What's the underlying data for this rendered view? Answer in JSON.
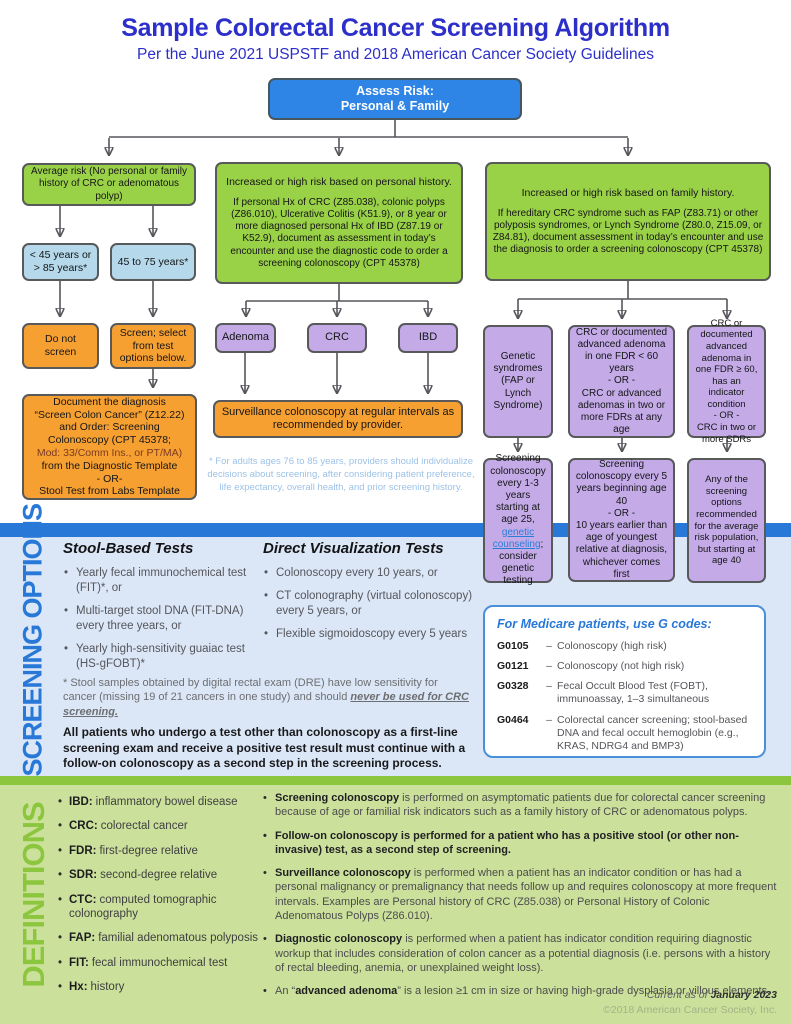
{
  "colors": {
    "title_blue": "#2c2fc9",
    "root_box_blue": "#2e85e5",
    "risk_green": "#9ad247",
    "age_light_blue": "#b5d9ea",
    "action_orange": "#f6a031",
    "condition_purple": "#c4abe8",
    "accent_blue": "#2878d8",
    "accent_green": "#8cc63e",
    "screening_bg": "#dbe7f7",
    "definitions_bg": "#cbe19b",
    "link_blue": "#2b7cd8",
    "footnote_blue": "#9cc2e8"
  },
  "header": {
    "title": "Sample Colorectal Cancer Screening Algorithm",
    "subtitle": "Per the June 2021 USPSTF and 2018 American Cancer Society Guidelines"
  },
  "flowchart": {
    "root": {
      "line1": "Assess Risk:",
      "line2": "Personal & Family"
    },
    "average": {
      "risk": "Average risk (No personal or family history of CRC or adenomatous polyp)",
      "age_out": "< 45 years or > 85 years*",
      "age_in": "45 to 75 years*",
      "do_not_screen": "Do not screen",
      "screen": "Screen; select from test options below.",
      "document": {
        "l1": "Document the diagnosis",
        "l2": "“Screen Colon Cancer” (Z12.22)",
        "l3": "and Order: Screening",
        "l4": "Colonoscopy (CPT 45378;",
        "l5": "Mod: 33/Comm Ins., or PT/MA)",
        "l6": "from the Diagnostic Template",
        "l7": "- OR-",
        "l8": "Stool Test from Labs Template"
      }
    },
    "personal": {
      "heading": "Increased or high risk based on personal history.",
      "body": "If personal Hx of CRC (Z85.038), colonic polyps (Z86.010), Ulcerative Colitis (K51.9), or 8 year or more diagnosed personal Hx of IBD (Z87.19 or K52.9), document as assessment in today’s encounter and use the diagnostic code to order a screening colonoscopy (CPT 45378)",
      "cond1": "Adenoma",
      "cond2": "CRC",
      "cond3": "IBD",
      "outcome": "Surveillance colonoscopy at regular intervals as recommended by provider.",
      "footnote": "* For adults ages 76 to 85 years, providers should individualize decisions about screening, after considering patient preference, life expectancy, overall health, and prior screening history."
    },
    "family": {
      "heading": "Increased or high risk based on family history.",
      "body": "If hereditary CRC syndrome such as FAP (Z83.71) or other polyposis syndromes, or Lynch Syndrome (Z80.0, Z15.09, or Z84.81), document assessment in today’s encounter and use the diagnosis to order a screening colonoscopy (CPT 45378)",
      "cond_genetic": "Genetic syndromes (FAP or Lynch Syndrome)",
      "cond_fdr_lt60": {
        "p1": "CRC or documented advanced adenoma in one FDR < 60 years",
        "or": "- OR -",
        "p2": "CRC or advanced adenomas in two or more FDRs at any age"
      },
      "cond_fdr_ge60": {
        "p1": "CRC or documented advanced adenoma in one FDR ≥ 60, has an indicator condition",
        "or": "- OR -",
        "p2": "CRC in two or more SDRs"
      },
      "rec_genetic": {
        "pre": "Screening colonoscopy every 1-3 years starting at age 25, ",
        "link": "genetic counseling",
        "post": "; consider genetic testing"
      },
      "rec_fdr_lt60": {
        "p1": "Screening colonoscopy every 5 years beginning age 40",
        "or": "- OR -",
        "p2": "10 years earlier than age of youngest relative at diagnosis, whichever comes first"
      },
      "rec_fdr_ge60": "Any of the screening options recommended for the average risk population, but starting at age 40"
    }
  },
  "screening": {
    "label": "SCREENING OPTIONS",
    "stool": {
      "heading": "Stool-Based Tests",
      "items": [
        "Yearly fecal immunochemical test (FIT)*, or",
        "Multi-target stool DNA (FIT-DNA) every three years, or",
        "Yearly high-sensitivity guaiac test (HS-gFOBT)*"
      ]
    },
    "direct": {
      "heading": "Direct Visualization Tests",
      "items": [
        "Colonoscopy every 10 years, or",
        "CT colonography (virtual colonoscopy) every 5 years, or",
        "Flexible sigmoidoscopy every 5 years"
      ]
    },
    "stool_note": {
      "pre": "* Stool samples obtained by digital rectal exam (DRE) have low sensitivity for cancer (missing 19 of 21 cancers in one study) and should ",
      "em": "never be used for CRC screening."
    },
    "followup": "All patients who undergo a test other than colonoscopy as a first-line screening exam and receive a positive test result must continue with a follow-on colonoscopy as a second step in the screening process.",
    "medicare": {
      "heading": "For Medicare patients, use G codes:",
      "codes": [
        {
          "code": "G0105",
          "dash": "–",
          "desc": "Colonoscopy (high risk)"
        },
        {
          "code": "G0121",
          "dash": "–",
          "desc": "Colonoscopy (not high risk)"
        },
        {
          "code": "G0328",
          "dash": "–",
          "desc": "Fecal Occult Blood Test (FOBT), immunoassay, 1–3 simultaneous"
        },
        {
          "code": "G0464",
          "dash": "–",
          "desc": "Colorectal cancer screening; stool-based DNA and fecal occult hemoglobin (e.g., KRAS, NDRG4 and BMP3)"
        }
      ]
    }
  },
  "definitions": {
    "label": "DEFINITIONS",
    "abbreviations": [
      {
        "term": "IBD:",
        "meaning": "inflammatory bowel disease"
      },
      {
        "term": "CRC:",
        "meaning": "colorectal cancer"
      },
      {
        "term": "FDR:",
        "meaning": "first-degree relative"
      },
      {
        "term": "SDR:",
        "meaning": "second-degree relative"
      },
      {
        "term": "CTC:",
        "meaning": "computed tomographic colonography"
      },
      {
        "term": "FAP:",
        "meaning": "familial adenomatous polyposis"
      },
      {
        "term": "FIT:",
        "meaning": "fecal immunochemical test"
      },
      {
        "term": "Hx:",
        "meaning": "history"
      }
    ],
    "terms": [
      {
        "lead": "Screening colonoscopy",
        "rest": " is performed on asymptomatic patients due for colorectal cancer screening because of age or familial risk indicators such as a family history of CRC or adenomatous polyps."
      },
      {
        "lead": "Follow-on colonoscopy",
        "rest": " is performed for a patient who has a positive stool (or other non-invasive) test, as a second step of screening."
      },
      {
        "lead": "Surveillance colonoscopy",
        "rest": " is performed when a patient has an indicator condition or has had a personal malignancy or premalignancy that needs follow up and requires colonoscopy at more frequent intervals. Examples are Personal history of CRC (Z85.038) or Personal History of Colonic Adenomatous Polyps (Z86.010)."
      },
      {
        "lead": "Diagnostic colonoscopy",
        "rest": " is performed when a patient has indicator condition requiring diagnostic workup that includes consideration of colon cancer as a potential diagnosis (i.e. persons with a history of rectal bleeding, anemia, or unexplained weight loss)."
      },
      {
        "pre": "An “",
        "lead": "advanced adenoma",
        "rest": "” is a lesion ≥1 cm in size or having high-grade dysplasia or villous elements."
      }
    ],
    "footer": {
      "current_pre": "Current as of ",
      "current_date": "January 2023",
      "copyright": "©2018 American Cancer Society, Inc."
    }
  }
}
